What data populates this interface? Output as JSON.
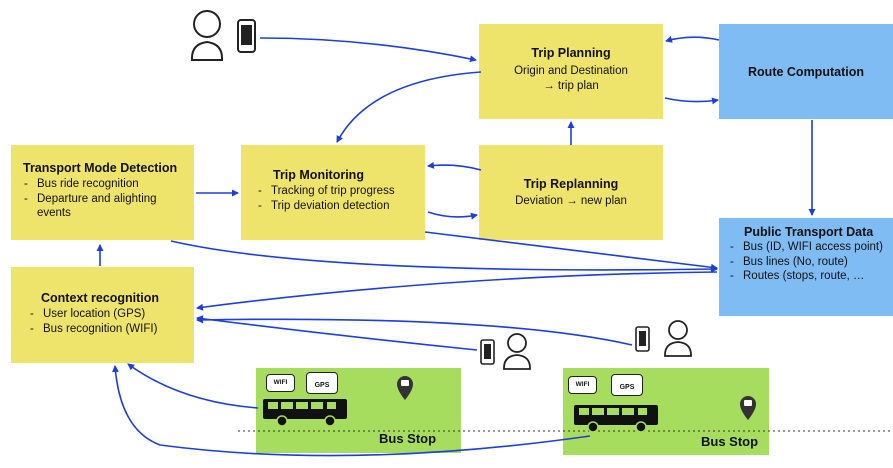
{
  "trip_planning": {
    "title": "Trip Planning",
    "line1": "Origin and Destination",
    "line2": "→ trip plan"
  },
  "route_computation": {
    "title": "Route Computation"
  },
  "transport_mode_detection": {
    "title": "Transport Mode Detection",
    "items": [
      "Bus ride recognition",
      "Departure and alighting events"
    ]
  },
  "trip_monitoring": {
    "title": "Trip Monitoring",
    "items": [
      "Tracking of trip progress",
      "Trip deviation detection"
    ]
  },
  "trip_replanning": {
    "title": "Trip Replanning",
    "line1": "Deviation → new plan"
  },
  "public_transport_data": {
    "title": "Public Transport Data",
    "items": [
      "Bus (ID, WIFI access point)",
      "Bus lines (No, route)",
      "Routes (stops, route, …"
    ]
  },
  "context_recognition": {
    "title": "Context recognition",
    "items": [
      "User location (GPS)",
      "Bus recognition (WIFI)"
    ]
  },
  "bus_stops": [
    {
      "label": "Bus Stop",
      "wifi_badge": "WIFI",
      "gps_badge": "GPS"
    },
    {
      "label": "Bus Stop",
      "wifi_badge": "WIFI",
      "gps_badge": "GPS"
    }
  ],
  "colors": {
    "process_box": "#efe46b",
    "data_box": "#7fbcf4",
    "bus_stop_area": "#a7dd5e",
    "arrow": "#1d3fd8"
  },
  "icons": [
    "user-icon",
    "phone-icon",
    "bus-icon",
    "map-pin-icon",
    "wifi-icon",
    "gps-satellite-icon"
  ]
}
